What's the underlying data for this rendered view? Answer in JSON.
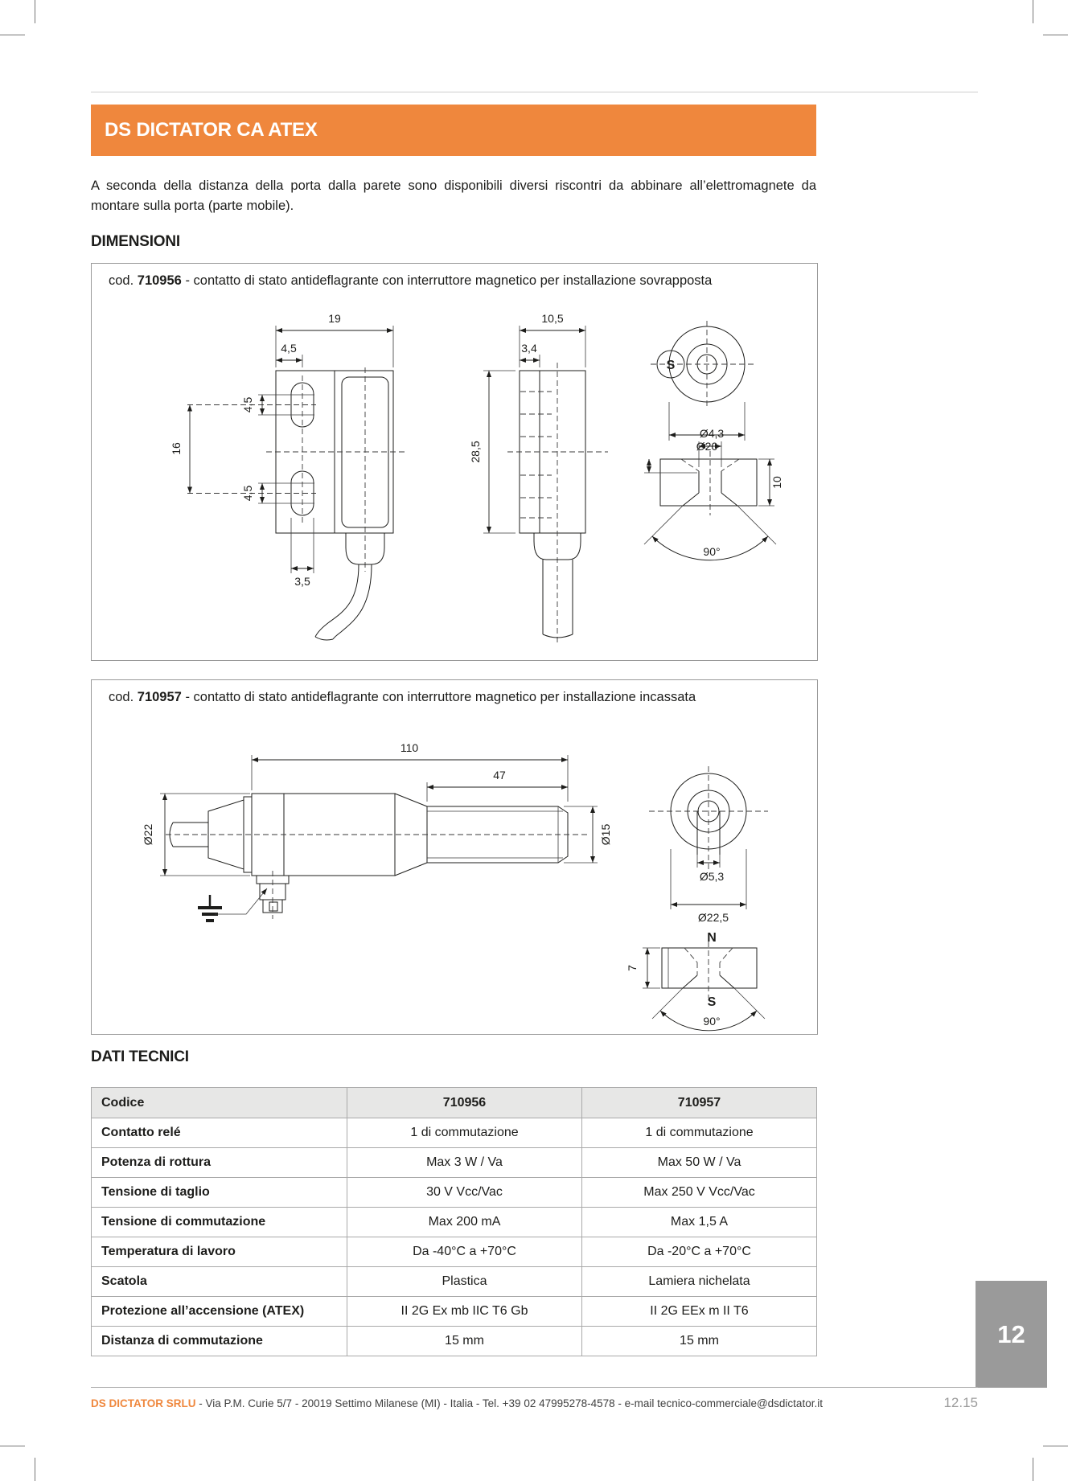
{
  "page": {
    "tab_number": "12",
    "page_number": "12.15"
  },
  "banner": {
    "title": "DS DICTATOR CA ATEX",
    "color": "#EF873D"
  },
  "intro": {
    "line1": "A seconda della distanza della porta dalla parete sono disponibili diversi riscontri da abbinare all’elettromagnete da",
    "line2": "montare sulla porta (parte mobile)."
  },
  "dimensioni": {
    "heading": "DIMENSIONI",
    "box1": {
      "cod_prefix": "cod.",
      "code": "710956",
      "desc": "- contatto di stato antideflagrante con interruttore magnetico per installazione sovrapposta"
    },
    "box2": {
      "cod_prefix": "cod.",
      "code": "710957",
      "desc": "- contatto di stato antideflagrante con interruttore magnetico per installazione incassata"
    }
  },
  "drawings": {
    "box1": {
      "front": {
        "width": "19",
        "hole_offset": "4,5",
        "slot_height_top": "4,5",
        "slot_height_bottom": "4,5",
        "pitch": "16",
        "slot_width": "3,5"
      },
      "side": {
        "width": "10,5",
        "strip": "3,4",
        "height": "28,5"
      },
      "magnet": {
        "pole": "S",
        "diameter": "Ø20",
        "hole": "Ø4,3",
        "height": "10",
        "angle": "90°"
      }
    },
    "box2": {
      "main": {
        "length": "110",
        "thread_length": "47",
        "body_diameter": "Ø22",
        "thread_diameter": "Ø15"
      },
      "magnet": {
        "hole": "Ø5,3",
        "diameter": "Ø22,5",
        "north": "N",
        "south": "S",
        "height": "7",
        "angle": "90°"
      }
    }
  },
  "dati_tecnici": {
    "heading": "DATI TECNICI",
    "header": [
      "Codice",
      "710956",
      "710957"
    ],
    "rows": [
      {
        "label": "Contatto relé",
        "v1": "1 di commutazione",
        "v2": "1 di commutazione"
      },
      {
        "label": "Potenza di rottura",
        "v1": "Max 3 W / Va",
        "v2": "Max 50 W / Va"
      },
      {
        "label": "Tensione di taglio",
        "v1": "30 V Vcc/Vac",
        "v2": "Max 250 V Vcc/Vac"
      },
      {
        "label": "Tensione di commutazione",
        "v1": "Max 200 mA",
        "v2": "Max 1,5 A"
      },
      {
        "label": "Temperatura di lavoro",
        "v1": "Da -40°C a +70°C",
        "v2": "Da -20°C a +70°C"
      },
      {
        "label": "Scatola",
        "v1": "Plastica",
        "v2": "Lamiera nichelata"
      },
      {
        "label": "Protezione all’accensione (ATEX)",
        "v1": "II 2G Ex mb IIC T6 Gb",
        "v2": "II 2G EEx m II T6"
      },
      {
        "label": "Distanza di commutazione",
        "v1": "15 mm",
        "v2": "15 mm"
      }
    ]
  },
  "footer": {
    "company": "DS DICTATOR SRLU",
    "details": "- Via P.M. Curie 5/7 - 20019 Settimo Milanese (MI) - Italia - Tel. +39 02 47995278-4578 - e-mail tecnico-commerciale@dsdictator.it"
  }
}
